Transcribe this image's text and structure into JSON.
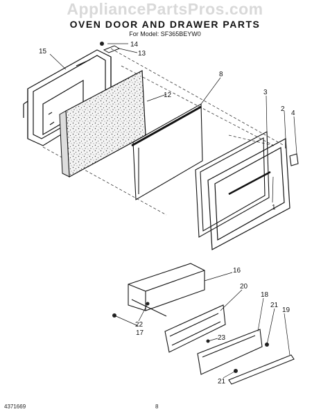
{
  "watermark": "AppliancePartsPros.com",
  "header": {
    "title": "OVEN DOOR AND DRAWER PARTS",
    "model_line": "For Model: SF365BEYW0"
  },
  "callouts": [
    "1",
    "2",
    "3",
    "4",
    "8",
    "12",
    "13",
    "14",
    "15",
    "16",
    "17",
    "18",
    "19",
    "20",
    "21",
    "21",
    "22",
    "23"
  ],
  "footer": {
    "doc_number": "4371669",
    "page_number": "8"
  }
}
